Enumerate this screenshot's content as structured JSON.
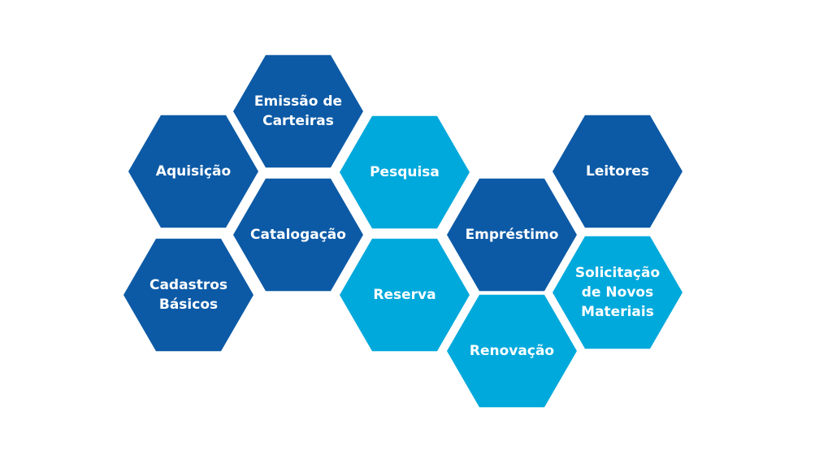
{
  "colors": {
    "dark": "#0C5AA6",
    "light": "#00A9DC",
    "background": "#FFFFFF",
    "text": "#FFFFFF"
  },
  "hexagons": [
    {
      "id": "aquisicao",
      "lines": [
        "Aquisição"
      ],
      "tone": "dark"
    },
    {
      "id": "emissao-de-carteiras",
      "lines": [
        "Emissão de",
        "Carteiras"
      ],
      "tone": "dark"
    },
    {
      "id": "cadastros-basicos",
      "lines": [
        "Cadastros",
        "Básicos"
      ],
      "tone": "dark"
    },
    {
      "id": "catalogacao",
      "lines": [
        "Catalogação"
      ],
      "tone": "dark"
    },
    {
      "id": "pesquisa",
      "lines": [
        "Pesquisa"
      ],
      "tone": "light"
    },
    {
      "id": "reserva",
      "lines": [
        "Reserva"
      ],
      "tone": "light"
    },
    {
      "id": "emprestimo",
      "lines": [
        "Empréstimo"
      ],
      "tone": "dark"
    },
    {
      "id": "renovacao",
      "lines": [
        "Renovação"
      ],
      "tone": "light"
    },
    {
      "id": "leitores",
      "lines": [
        "Leitores"
      ],
      "tone": "dark"
    },
    {
      "id": "solicitacao-de-novos-materiais",
      "lines": [
        "Solicitação",
        "de Novos",
        "Materiais"
      ],
      "tone": "light"
    }
  ]
}
